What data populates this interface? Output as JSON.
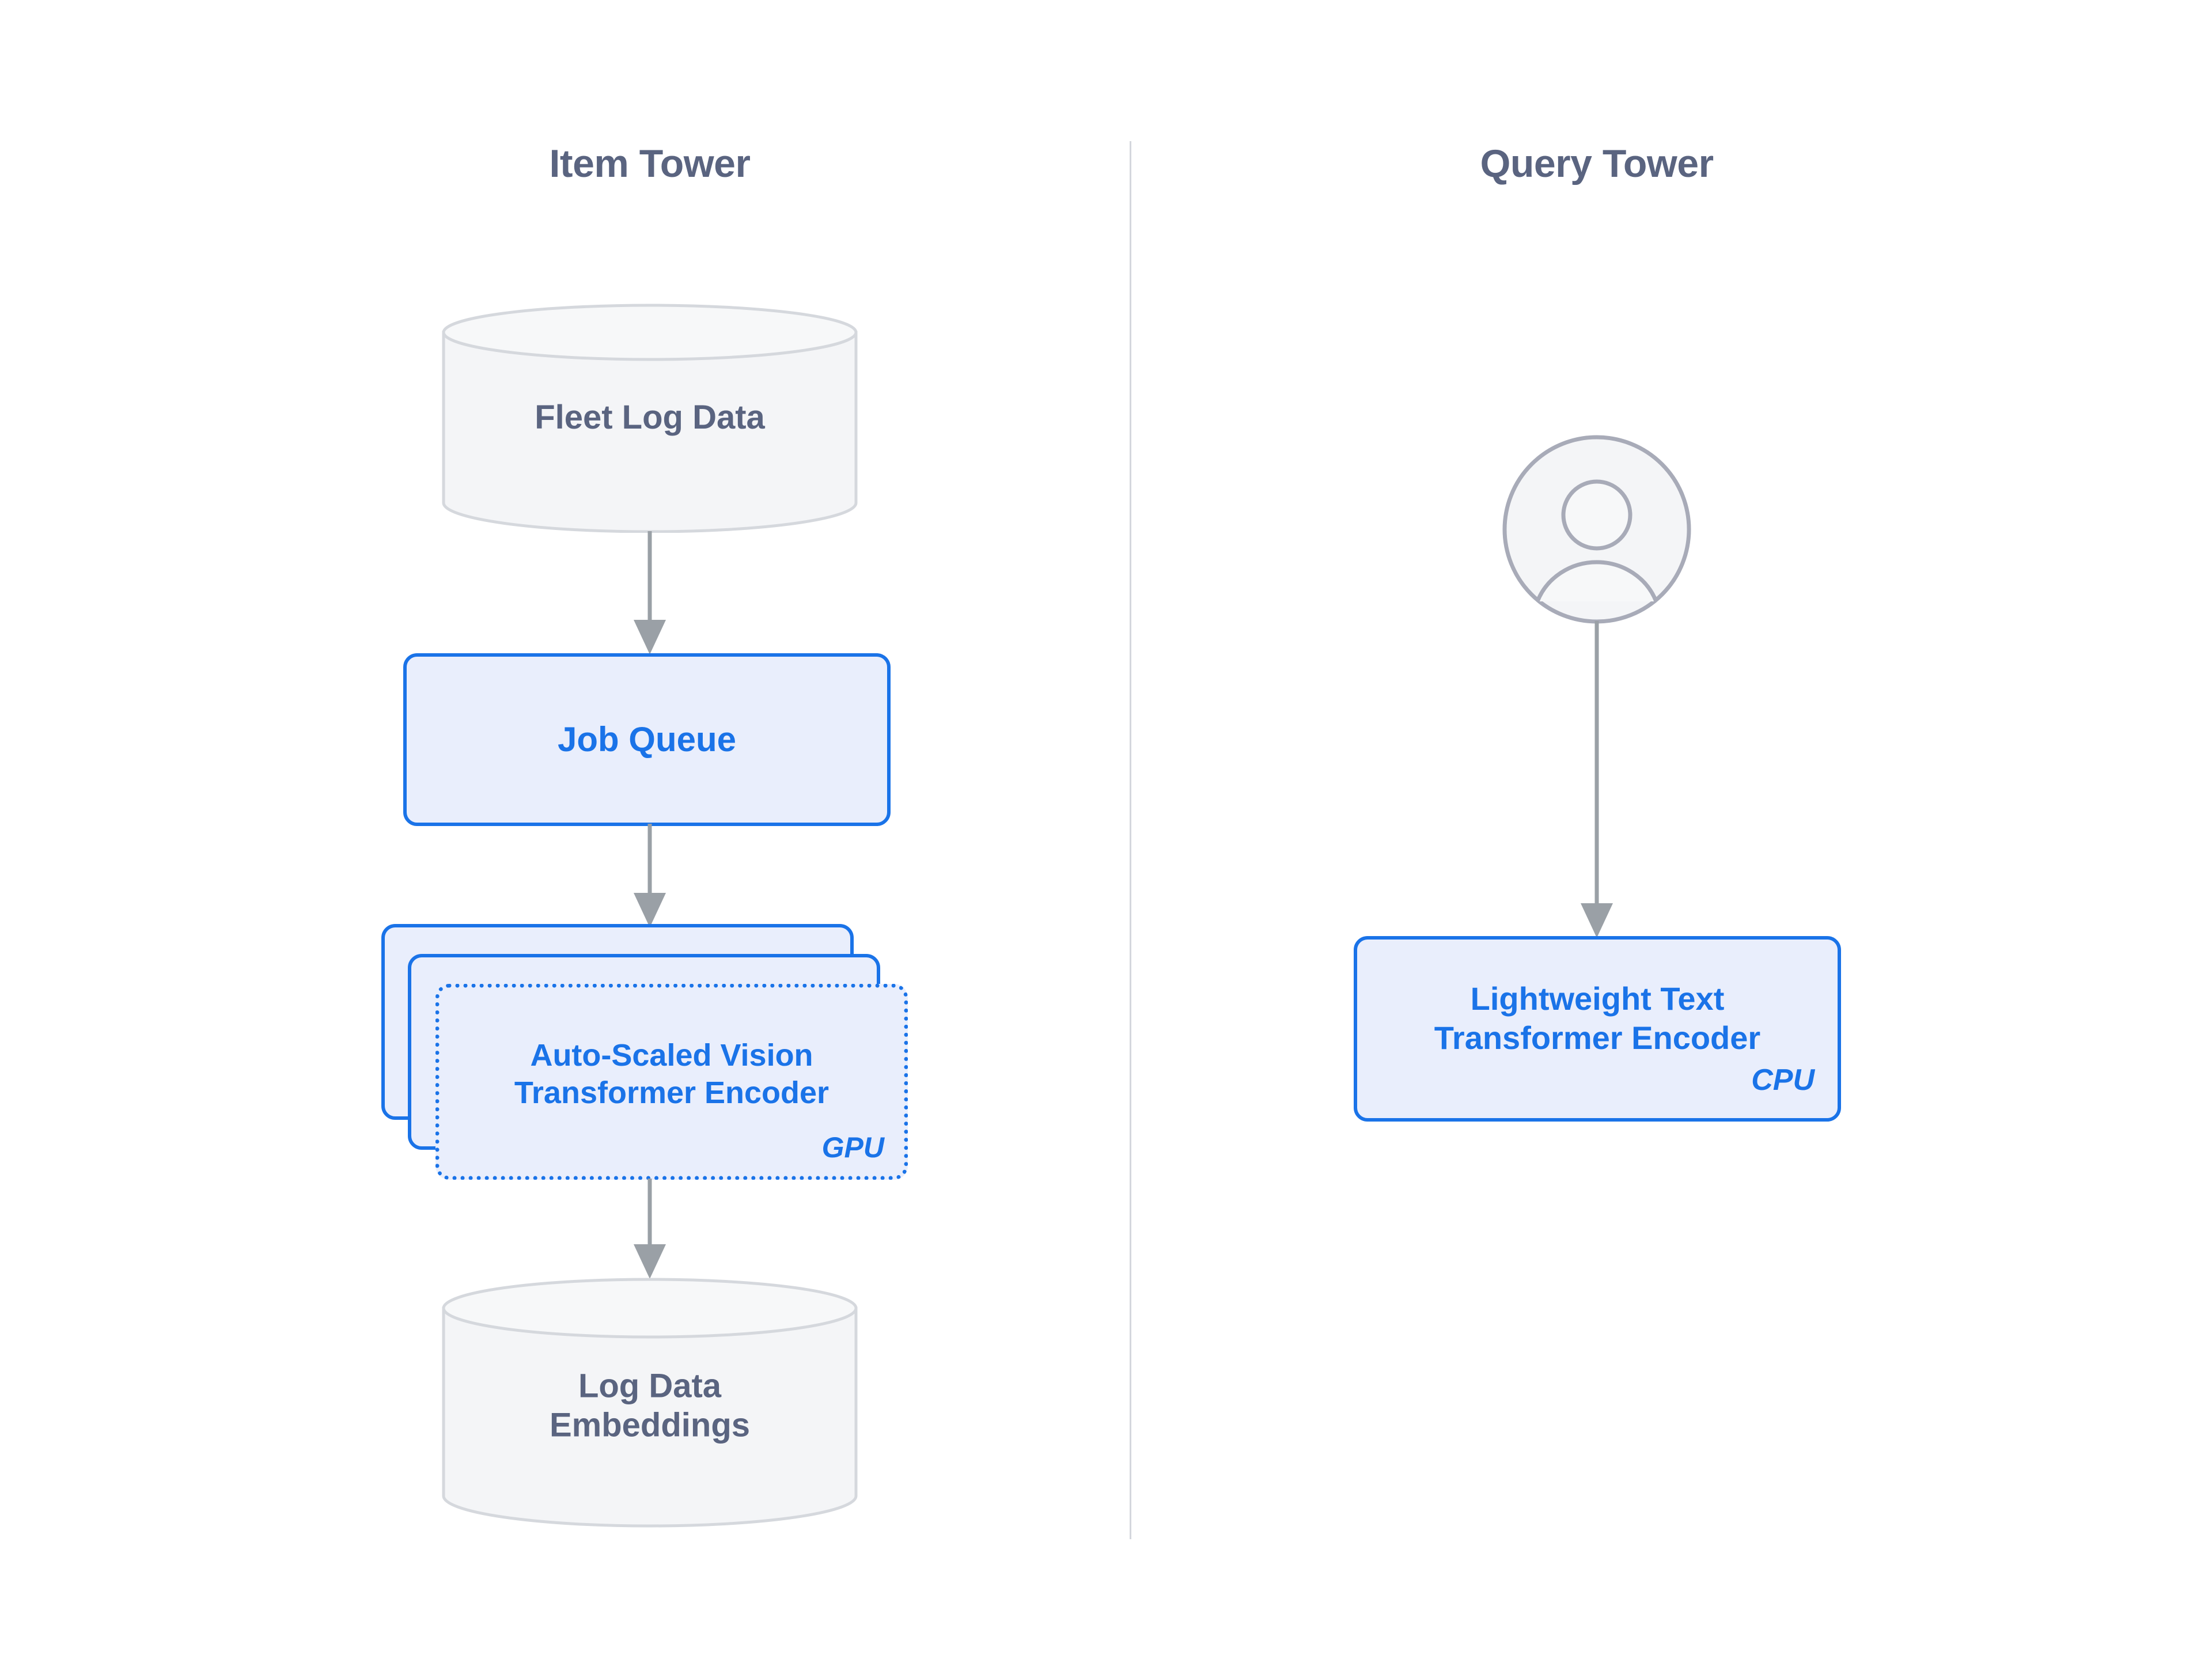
{
  "diagram": {
    "towers": [
      {
        "id": "item",
        "title": "Item Tower"
      },
      {
        "id": "query",
        "title": "Query Tower"
      }
    ],
    "nodes": {
      "fleet_log_data": {
        "label": "Fleet Log Data",
        "shape": "cylinder",
        "tower": "item"
      },
      "job_queue": {
        "label": "Job Queue",
        "shape": "rounded-box",
        "tower": "item"
      },
      "vision_encoder": {
        "label": "Auto-Scaled Vision\nTransformer Encoder",
        "hardware": "GPU",
        "shape": "stacked-rounded-box",
        "stack_count": 3,
        "front_border": "dotted",
        "tower": "item"
      },
      "log_data_embeddings": {
        "label": "Log Data\nEmbeddings",
        "shape": "cylinder",
        "tower": "item"
      },
      "user": {
        "label": "",
        "shape": "avatar",
        "icon": "user-avatar-icon",
        "tower": "query"
      },
      "text_encoder": {
        "label": "Lightweight Text\nTransformer Encoder",
        "hardware": "CPU",
        "shape": "rounded-box",
        "tower": "query"
      }
    },
    "edges": [
      {
        "from": "fleet_log_data",
        "to": "job_queue",
        "style": "solid-arrow"
      },
      {
        "from": "job_queue",
        "to": "vision_encoder",
        "style": "solid-arrow"
      },
      {
        "from": "vision_encoder",
        "to": "log_data_embeddings",
        "style": "solid-arrow"
      },
      {
        "from": "user",
        "to": "text_encoder",
        "style": "solid-arrow"
      }
    ],
    "divider": {
      "orientation": "vertical",
      "color": "#d4d7dd"
    }
  },
  "colors": {
    "background": "#ffffff",
    "title_text": "#5a6480",
    "node_blue_border": "#1a73e8",
    "node_blue_fill": "#e9eefc",
    "node_blue_text": "#1a73e8",
    "cylinder_fill": "#f4f5f7",
    "cylinder_border": "#d5d8dd",
    "cylinder_text": "#5a6480",
    "arrow": "#9aa0a6",
    "divider": "#d4d7dd"
  }
}
